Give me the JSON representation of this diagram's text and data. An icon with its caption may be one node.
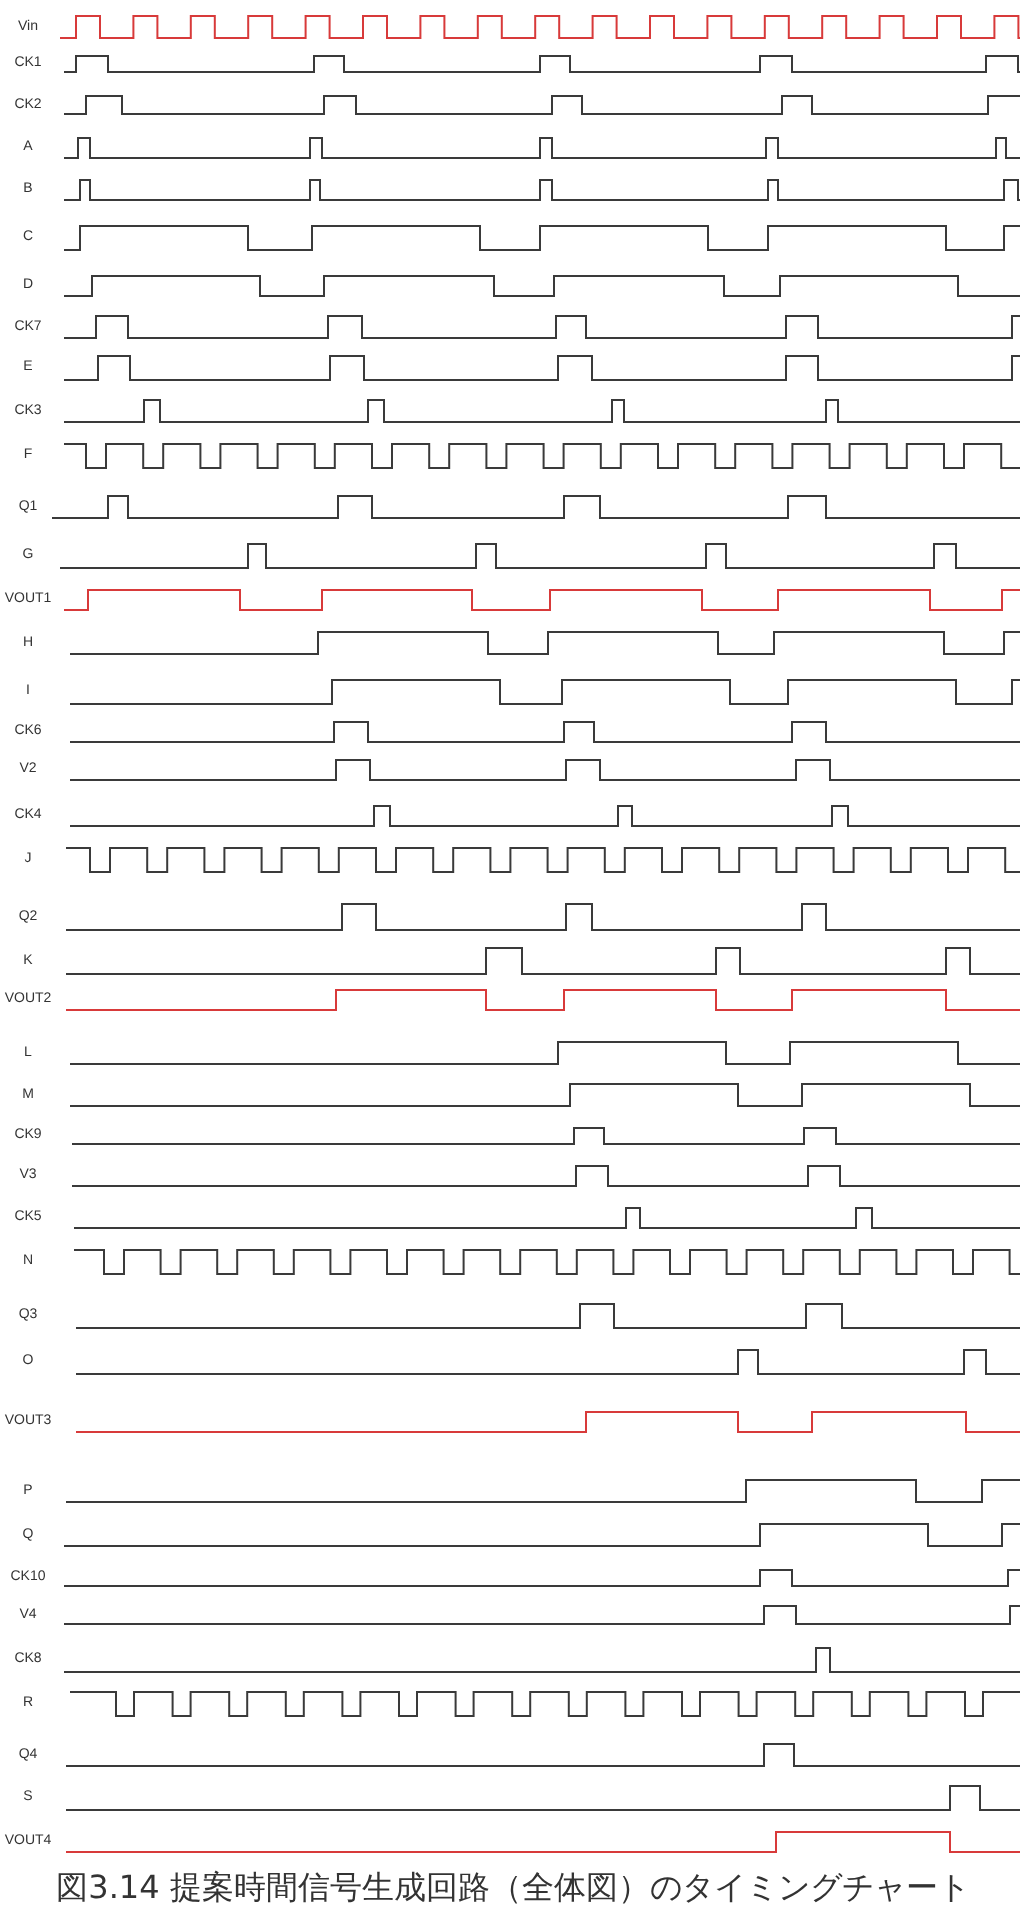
{
  "diagram": {
    "caption": "図3.14 提案時間信号生成回路（全体図）のタイミングチャート",
    "labels": [
      "Vin",
      "CK1",
      "CK2",
      "A",
      "B",
      "C",
      "D",
      "CK7",
      "E",
      "CK3",
      "F",
      "Q1",
      "G",
      "VOUT1",
      "H",
      "I",
      "CK6",
      "V2",
      "CK4",
      "J",
      "Q2",
      "K",
      "VOUT2",
      "L",
      "M",
      "CK9",
      "V3",
      "CK5",
      "N",
      "Q3",
      "O",
      "VOUT3",
      "P",
      "Q",
      "CK10",
      "V4",
      "CK8",
      "R",
      "Q4",
      "S",
      "VOUT4"
    ]
  }
}
